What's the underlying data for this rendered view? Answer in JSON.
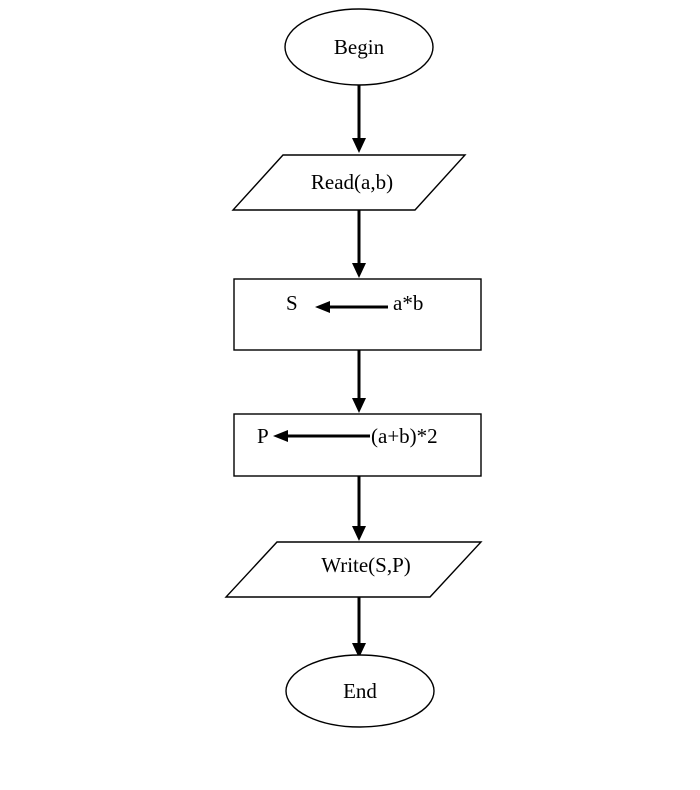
{
  "flowchart": {
    "begin": "Begin",
    "read": "Read(a,b)",
    "assign_s": {
      "target": "S",
      "expression": "a*b"
    },
    "assign_p": {
      "target": "P",
      "expression": "(a+b)*2"
    },
    "write": "Write(S,P)",
    "end": "End"
  },
  "colors": {
    "stroke": "#000000",
    "fill": "#ffffff"
  }
}
